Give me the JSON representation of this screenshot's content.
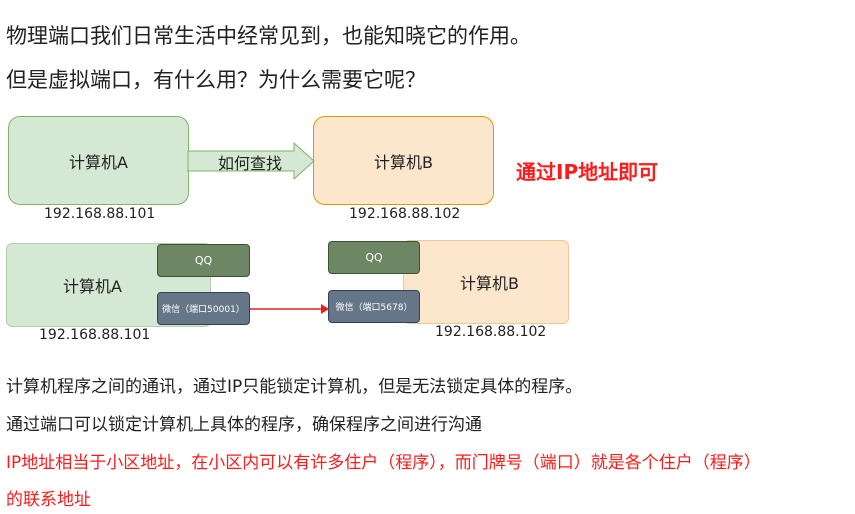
{
  "headings": {
    "line1": "物理端口我们日常生活中经常见到，也能知晓它的作用。",
    "line2": "但是虚拟端口，有什么用？为什么需要它呢？"
  },
  "diagram_top": {
    "computer_a": "计算机A",
    "computer_b": "计算机B",
    "arrow_label": "如何查找",
    "ip_a": "192.168.88.101",
    "ip_b": "192.168.88.102",
    "answer": "通过IP地址即可"
  },
  "diagram_bottom": {
    "computer_a": "计算机A",
    "computer_b": "计算机B",
    "qq_a": "QQ",
    "qq_b": "QQ",
    "wechat_a": "微信（端口50001）",
    "wechat_b": "微信（端口5678）",
    "ip_a": "192.168.88.101",
    "ip_b": "192.168.88.102"
  },
  "notes": {
    "line1": "计算机程序之间的通讯，通过IP只能锁定计算机，但是无法锁定具体的程序。",
    "line2": "通过端口可以锁定计算机上具体的程序，确保程序之间进行沟通",
    "line3": "IP地址相当于小区地址，在小区内可以有许多住户（程序），而门牌号（端口）就是各个住户（程序）",
    "line4": "的联系地址"
  },
  "colors": {
    "green_fill": "#d5e8d4",
    "orange_fill": "#fce7cd",
    "accent_red": "#ff1a1a"
  }
}
